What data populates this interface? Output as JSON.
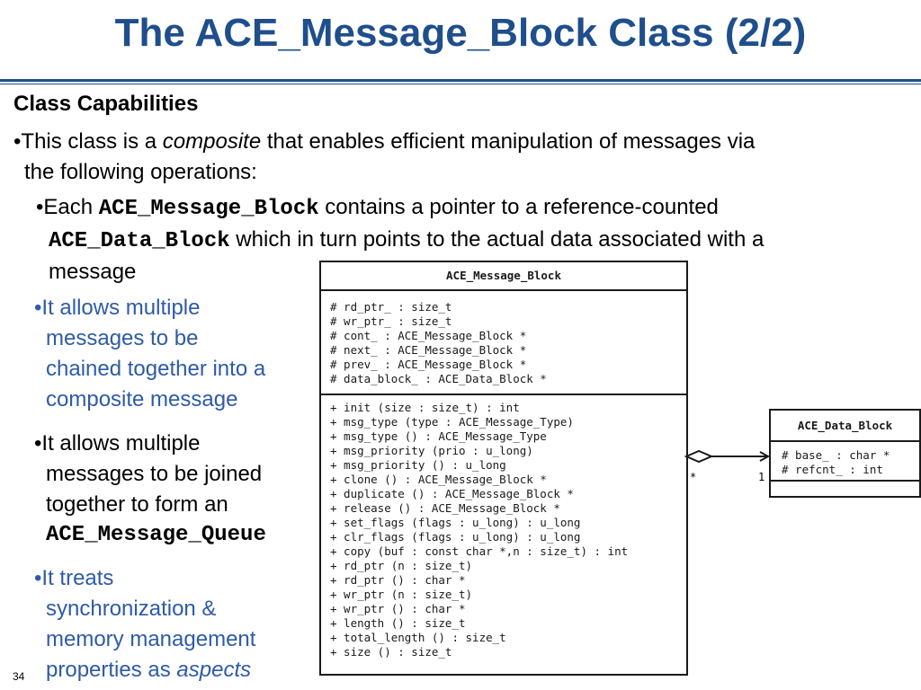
{
  "title": "The ACE_Message_Block Class (2/2)",
  "heading": "Class Capabilities",
  "p1": {
    "bullet": "•",
    "pre": "This class is a ",
    "em": "composite",
    "post": " that enables efficient manipulation of messages via",
    "line2": "the following operations:"
  },
  "p2": {
    "bullet": "•",
    "pre": "Each ",
    "code1": "ACE_Message_Block",
    "mid": " contains a pointer to a reference-counted",
    "code2": "ACE_Data_Block",
    "post": " which in turn points to the actual data associated with a",
    "line3": "message"
  },
  "p3": {
    "bullet": "•",
    "lines": [
      "It allows multiple",
      "messages to be",
      "chained together into a",
      "composite message"
    ]
  },
  "p4": {
    "bullet": "•",
    "lines": [
      "It allows multiple",
      "messages to be joined",
      "together to form an"
    ],
    "code": "ACE_Message_Queue"
  },
  "p5": {
    "bullet": "•",
    "lines": [
      "It treats",
      "synchronization &",
      "memory management"
    ],
    "last_pre": "properties as ",
    "last_em": "aspects"
  },
  "page_number": "34",
  "uml": {
    "message_block": {
      "name": "ACE_Message_Block",
      "attributes": [
        "# rd_ptr_ : size_t",
        "# wr_ptr_ : size_t",
        "# cont_ : ACE_Message_Block *",
        "# next_ : ACE_Message_Block *",
        "# prev_ : ACE_Message_Block *",
        "# data_block_ : ACE_Data_Block *"
      ],
      "operations": [
        "+ init (size : size_t) : int",
        "+ msg_type (type : ACE_Message_Type)",
        "+ msg_type () : ACE_Message_Type",
        "+ msg_priority (prio : u_long)",
        "+ msg_priority () : u_long",
        "+ clone () : ACE_Message_Block *",
        "+ duplicate () : ACE_Message_Block *",
        "+ release () : ACE_Message_Block *",
        "+ set_flags (flags : u_long) : u_long",
        "+ clr_flags (flags : u_long) : u_long",
        "+ copy (buf : const char *,n : size_t) : int",
        "+ rd_ptr (n : size_t)",
        "+ rd_ptr () : char *",
        "+ wr_ptr (n : size_t)",
        "+ wr_ptr () : char *",
        "+ length () : size_t",
        "+ total_length () : size_t",
        "+ size () : size_t"
      ]
    },
    "data_block": {
      "name": "ACE_Data_Block",
      "attributes": [
        "# base_ : char *",
        "# refcnt_ : int"
      ]
    },
    "association": {
      "source_multiplicity": "*",
      "target_multiplicity": "1",
      "kind": "aggregation"
    }
  },
  "colors": {
    "title": "#1f4e8c",
    "highlight_text": "#2e5aa8",
    "body_text": "#000000"
  }
}
